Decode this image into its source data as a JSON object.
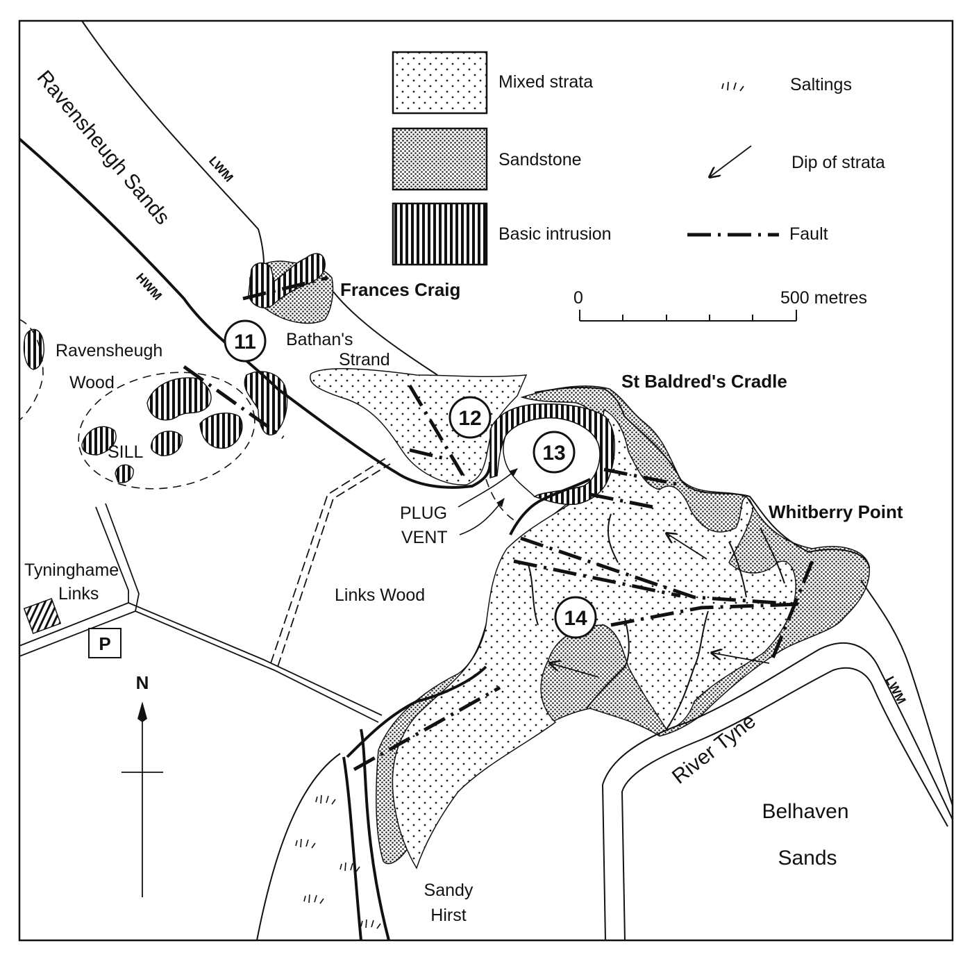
{
  "legend": {
    "mixed_strata": "Mixed strata",
    "sandstone": "Sandstone",
    "basic_intrusion": "Basic intrusion",
    "saltings": "Saltings",
    "dip_of_strata": "Dip of strata",
    "fault": "Fault",
    "scale_zero": "0",
    "scale_max": "500 metres"
  },
  "places": {
    "ravensheugh_sands": "Ravensheugh Sands",
    "lwm_north": "LWM",
    "hwm": "HWM",
    "frances_craig": "Frances Craig",
    "bathans_line1": "Bathan's",
    "bathans_line2": "Strand",
    "ravensheugh_wood_line1": "Ravensheugh",
    "ravensheugh_wood_line2": "Wood",
    "sill": "SILL",
    "st_baldreds_cradle": "St Baldred's Cradle",
    "plug": "PLUG",
    "vent": "VENT",
    "whitberry_point": "Whitberry Point",
    "tyninghame_line1": "Tyninghame",
    "tyninghame_line2": "Links",
    "parking": "P",
    "links_wood": "Links Wood",
    "north": "N",
    "river_tyne": "River Tyne",
    "lwm_south": "LWM",
    "belhaven_line1": "Belhaven",
    "belhaven_line2": "Sands",
    "sandy_hirst_line1": "Sandy",
    "sandy_hirst_line2": "Hirst"
  },
  "localities": [
    "11",
    "12",
    "13",
    "14"
  ]
}
